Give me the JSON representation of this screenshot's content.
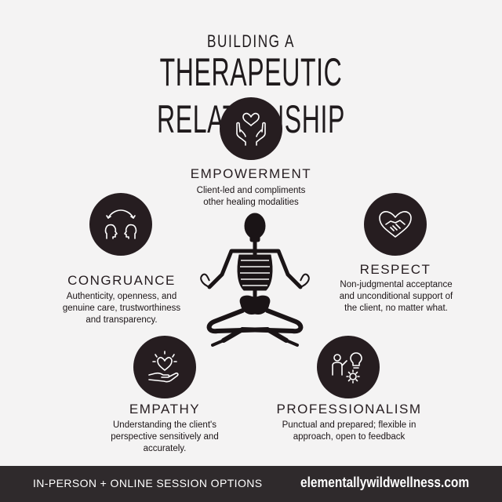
{
  "title": {
    "line1": "BUILDING A",
    "line2": "THERAPEUTIC RELATIONSHIP"
  },
  "pillars": {
    "empowerment": {
      "icon": "hands-heart-icon",
      "heading": "EMPOWERMENT",
      "desc_line1": "Client-led and compliments",
      "desc_line2": "other healing modalities"
    },
    "respect": {
      "icon": "handshake-heart-icon",
      "heading": "RESPECT",
      "desc_line1": "Non-judgmental acceptance",
      "desc_line2": "and unconditional support of",
      "desc_line3": "the client, no matter what."
    },
    "congruance": {
      "icon": "two-heads-exchange-icon",
      "heading": "CONGRUANCE",
      "desc_line1": "Authenticity, openness, and",
      "desc_line2": "genuine care, trustworthiness",
      "desc_line3": "and transparency."
    },
    "empathy": {
      "icon": "hand-heart-icon",
      "heading": "EMPATHY",
      "desc_line1": "Understanding the client's",
      "desc_line2": "perspective sensitively and",
      "desc_line3": "accurately."
    },
    "professionalism": {
      "icon": "person-lightbulb-gear-icon",
      "heading": "PROFESSIONALISM",
      "desc_line1": "Punctual and prepared; flexible in",
      "desc_line2": "approach, open to feedback"
    }
  },
  "center_image": "meditating-skeleton",
  "footer": {
    "left": "IN-PERSON + ONLINE SESSION OPTIONS",
    "right": "elementallywildwellness.com"
  },
  "colors": {
    "background": "#f4f3f3",
    "circle": "#261d20",
    "text": "#1b1416",
    "footer_bg": "#2f2a2c",
    "footer_text": "#ffffff"
  }
}
